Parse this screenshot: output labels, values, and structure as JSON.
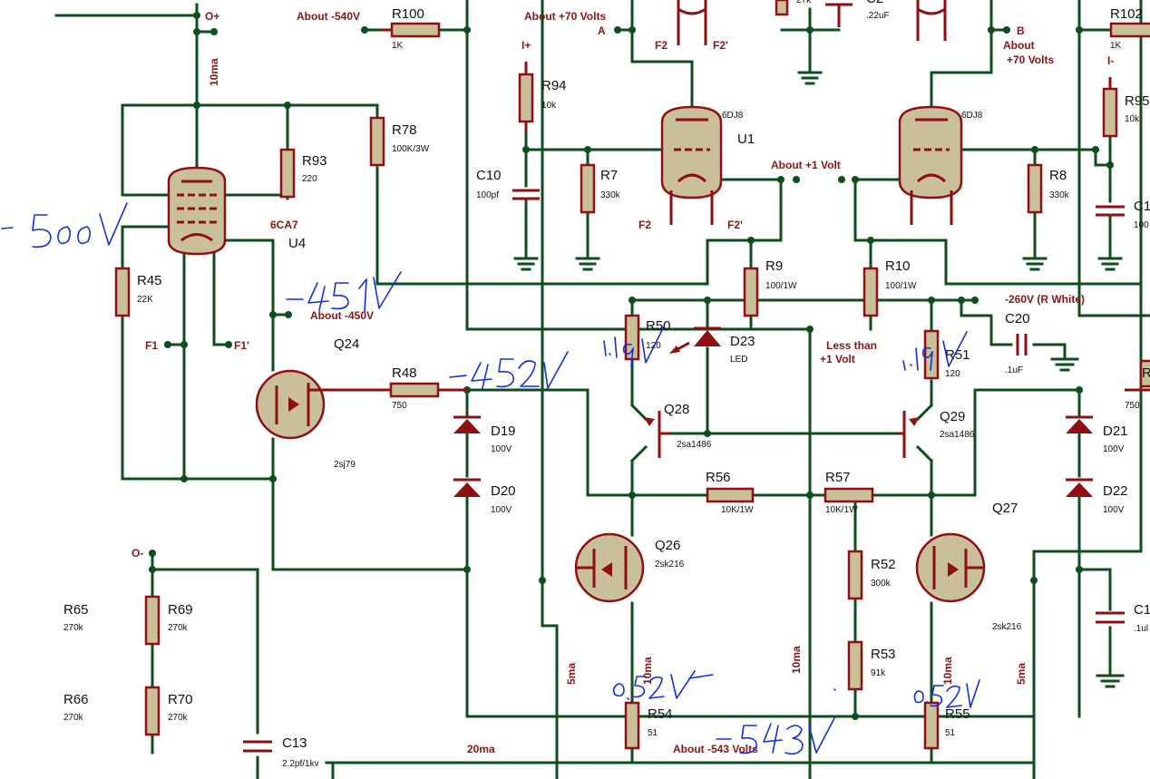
{
  "components": {
    "r100": {
      "name": "R100",
      "value": "1K"
    },
    "r102": {
      "name": "R102",
      "value": "1K"
    },
    "r94": {
      "name": "R94",
      "value": "10k"
    },
    "r95": {
      "name": "R95",
      "value": "10k"
    },
    "r93": {
      "name": "R93",
      "value": "220"
    },
    "r78": {
      "name": "R78",
      "value": "100K/3W"
    },
    "r7": {
      "name": "R7",
      "value": "330k"
    },
    "r8": {
      "name": "R8",
      "value": "330k"
    },
    "r45": {
      "name": "R45",
      "value": "22K"
    },
    "r9": {
      "name": "R9",
      "value": "100/1W"
    },
    "r10": {
      "name": "R10",
      "value": "100/1W"
    },
    "r50": {
      "name": "R50",
      "value": "120"
    },
    "r51": {
      "name": "R51",
      "value": "120"
    },
    "r48": {
      "name": "R48",
      "value": "750"
    },
    "r_right": {
      "name": "R",
      "value": "750"
    },
    "r56": {
      "name": "R56",
      "value": "10K/1W"
    },
    "r57": {
      "name": "R57",
      "value": "10K/1W"
    },
    "r52": {
      "name": "R52",
      "value": "300k"
    },
    "r53": {
      "name": "R53",
      "value": "91k"
    },
    "r54": {
      "name": "R54",
      "value": "51"
    },
    "r55": {
      "name": "R55",
      "value": "51"
    },
    "r65": {
      "name": "R65",
      "value": "270k"
    },
    "r66": {
      "name": "R66",
      "value": "270k"
    },
    "r69": {
      "name": "R69",
      "value": "270k"
    },
    "r70": {
      "name": "R70",
      "value": "270k"
    },
    "c10": {
      "name": "C10",
      "value": "100pf"
    },
    "c20": {
      "name": "C20",
      "value": ".1uF"
    },
    "c13": {
      "name": "C13",
      "value": "2.2pf/1kv"
    },
    "c_top": {
      "name": "C2",
      "value": ".22uF"
    },
    "c_right1": {
      "name": "C1",
      "value": "100"
    },
    "c_right2": {
      "name": "C1",
      "value": ".1ul"
    },
    "u1": {
      "name": "U1",
      "value": "6DJ8"
    },
    "u1b": {
      "value": "6DJ8"
    },
    "u4": {
      "name": "U4",
      "value": "6CA7"
    },
    "q24": {
      "name": "Q24",
      "value": "2sj79"
    },
    "q26": {
      "name": "Q26",
      "value": "2sk216"
    },
    "q27": {
      "name": "Q27",
      "value": "2sk216"
    },
    "q28": {
      "name": "Q28",
      "value": "2sa1486"
    },
    "q29": {
      "name": "Q29",
      "value": "2sa1486"
    },
    "d19": {
      "name": "D19",
      "value": "100V"
    },
    "d20": {
      "name": "D20",
      "value": "100V"
    },
    "d21": {
      "name": "D21",
      "value": "100V"
    },
    "d22": {
      "name": "D22",
      "value": "100V"
    },
    "d23": {
      "name": "D23",
      "value": "LED"
    }
  },
  "top_value": "27k",
  "nets": {
    "o_plus": "O+",
    "o_minus": "O-",
    "about_540": "About -540V",
    "about_70_a": "About +70 Volts",
    "a": "A",
    "b": "B",
    "about_70_b_1": "About",
    "about_70_b_2": "+70 Volts",
    "i_plus": "I+",
    "i_minus": "I-",
    "f2": "F2",
    "f2p": "F2'",
    "f2_b": "F2",
    "f2p_b": "F2'",
    "f1": "F1",
    "f1p": "F1'",
    "about_1v": "About +1 Volt",
    "minus_260": "-260V (R White)",
    "less_than_1": "Less than",
    "less_than_2": "+1 Volt",
    "about_450": "About -450V",
    "about_543": "About -543 Volts",
    "i_10ma_top": "10ma",
    "i_10ma_q26": "10ma",
    "i_10ma_mid": "10ma",
    "i_10ma_q27": "10ma",
    "i_5ma_left": "5ma",
    "i_5ma_right": "5ma",
    "i_20ma": "20ma"
  },
  "colors": {
    "wire": "#0c4e1c",
    "component": "#8f0f12",
    "body": "#c9bf98",
    "annotation": "#1330d8",
    "net_label": "#8b1414"
  },
  "handwritten_annotations": [
    "-500V",
    "-451V",
    "-452V",
    "1.19V",
    "1.19V",
    "0.52V",
    "-543V",
    "0.52V"
  ]
}
